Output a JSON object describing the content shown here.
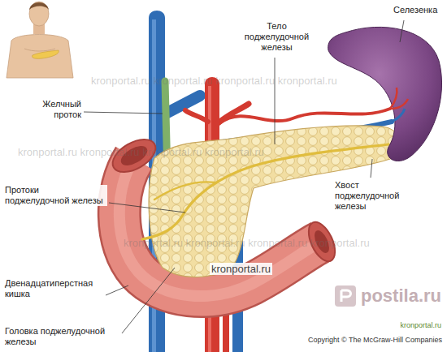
{
  "diagram": {
    "labels": [
      "Тело поджелудочной железы",
      "Селезенка",
      "Желчный проток",
      "Протоки поджелудочной железы",
      "Хвост поджелудочной железы",
      "Двенадцатиперстная кишка",
      "Головка поджелудочной железы",
      "kronportal.ru",
      "postila.ru",
      "kronportal.ru",
      "Copyright © The McGraw-Hill Companies",
      "kronportal.ru kronportal.ru kronportal.ru kronportal.ru",
      "kronportal.ru kronportal.ru kronportal.ru kronportal.ru",
      "kronportal.ru kronportal.ru kronportal.ru kronportal.ru"
    ]
  }
}
